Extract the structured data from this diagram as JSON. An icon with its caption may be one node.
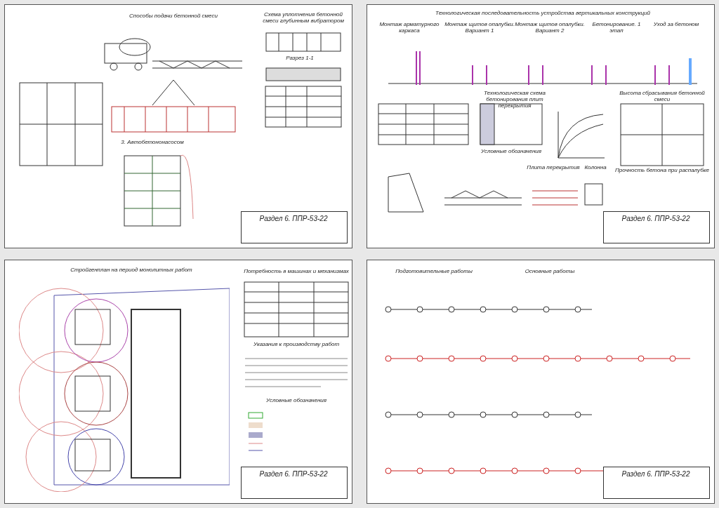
{
  "diagram": {
    "labels": [
      "Способы подачи бетонной смеси",
      "3. Автобетононасосом",
      "Схема уплотнения бетонной смеси глубинным вибратором",
      "Разрез 1-1",
      "Раздел 6. ППР-53-22",
      "Технологическая последовательность устройства вертикальных конструкций",
      "Монтаж арматурного каркаса",
      "Монтаж щитов опалубки. Вариант 1",
      "Монтаж щитов опалубки. Вариант 2",
      "Бетонирование. 1 этап",
      "Уход за бетоном",
      "Технологическая схема бетонирования плит перекрытия",
      "Высота сбрасывания бетонной смеси",
      "Прочность бетона при распалубке",
      "Условные обозначения",
      "Плита перекрытия",
      "Колонна",
      "Раздел 6. ППР-53-22",
      "Стройгенплан на период монолитных работ",
      "Потребность в машинах и механизмах",
      "Указания к производству работ",
      "Условные обозначения",
      "Раздел 6. ППР-53-22",
      "Подготовительные работы",
      "Основные работы",
      "Раздел 6. ППР-53-22"
    ]
  }
}
